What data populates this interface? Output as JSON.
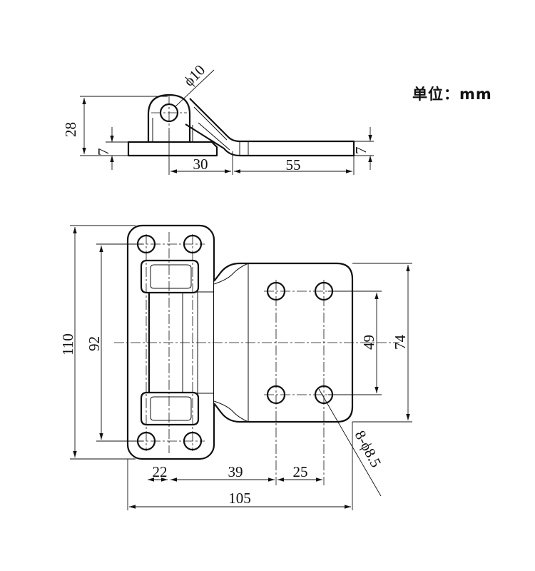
{
  "unit_label": "单位：mm",
  "side_view": {
    "hole_diameter": "ϕ10",
    "height_total": "28",
    "flange_thickness_left": "7",
    "flange_thickness_right": "7",
    "width_30": "30",
    "width_55": "55"
  },
  "top_view": {
    "height_110": "110",
    "hole_spacing_92": "92",
    "hole_spacing_49": "49",
    "leaf_height_74": "74",
    "width_22": "22",
    "width_39": "39",
    "width_25": "25",
    "overall_width_105": "105",
    "hole_callout": "8-ϕ8.5"
  }
}
